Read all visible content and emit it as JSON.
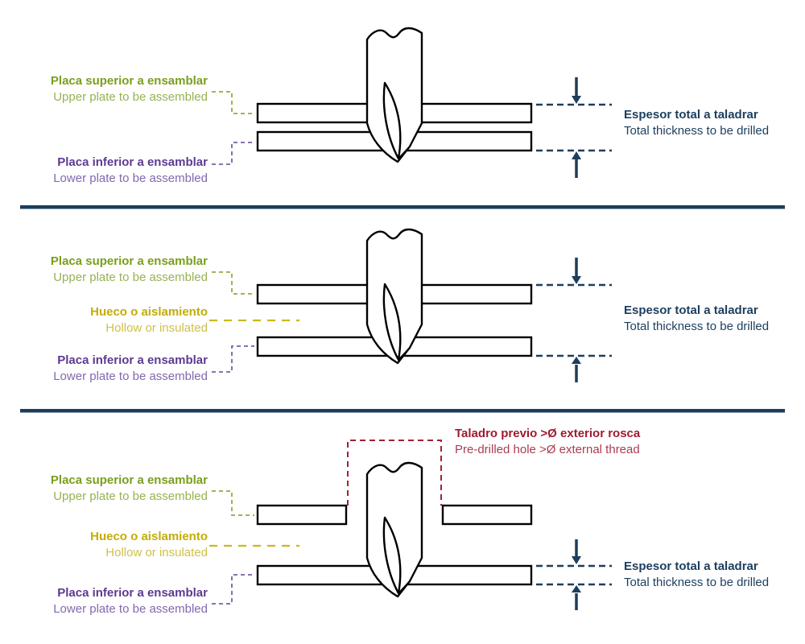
{
  "labels": {
    "upper_plate": {
      "es": "Placa superior a ensamblar",
      "en": "Upper plate to be assembled"
    },
    "lower_plate": {
      "es": "Placa inferior a ensamblar",
      "en": "Lower plate to be assembled"
    },
    "hollow": {
      "es": "Hueco o aislamiento",
      "en": "Hollow or insulated"
    },
    "thickness": {
      "es": "Espesor total a taladrar",
      "en": "Total thickness to be drilled"
    },
    "predrill": {
      "es": "Taladro previo >Ø exterior rosca",
      "en": "Pre-drilled hole >Ø external thread"
    }
  },
  "colors": {
    "upper_plate_bold": "#7a9e1c",
    "upper_plate_light": "#97b251",
    "lower_plate_bold": "#5d3a91",
    "lower_plate_light": "#8169ae",
    "hollow_bold": "#c1ad08",
    "hollow_light": "#d0c145",
    "thickness_navy": "#1c3e5e",
    "predrill_bold": "#9e1b30",
    "predrill_light": "#aa3d52",
    "divider": "#1c3e5e",
    "outline": "#000000"
  }
}
